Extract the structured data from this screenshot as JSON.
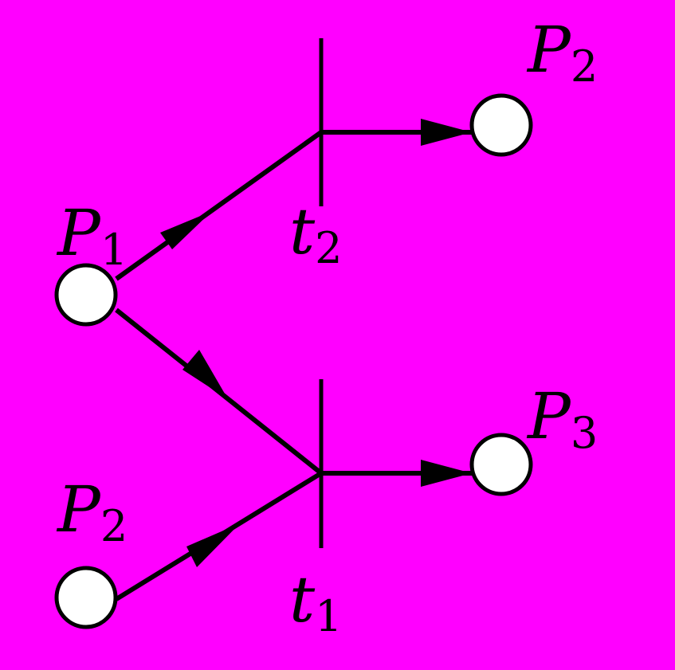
{
  "colors": {
    "background": "#ff00ff",
    "stroke": "#000000",
    "place_fill": "#ffffff"
  },
  "places": [
    {
      "id": "p1",
      "name": "P",
      "sub": "1"
    },
    {
      "id": "p2_left",
      "name": "P",
      "sub": "2"
    },
    {
      "id": "p2_right",
      "name": "P",
      "sub": "2"
    },
    {
      "id": "p3",
      "name": "P",
      "sub": "3"
    }
  ],
  "transitions": [
    {
      "id": "t1",
      "name": "t",
      "sub": "1"
    },
    {
      "id": "t2",
      "name": "t",
      "sub": "2"
    }
  ],
  "arcs": [
    {
      "from": "P1",
      "to": "t2"
    },
    {
      "from": "t2",
      "to": "P2"
    },
    {
      "from": "P1",
      "to": "t1"
    },
    {
      "from": "P2",
      "to": "t1"
    },
    {
      "from": "t1",
      "to": "P3"
    }
  ]
}
